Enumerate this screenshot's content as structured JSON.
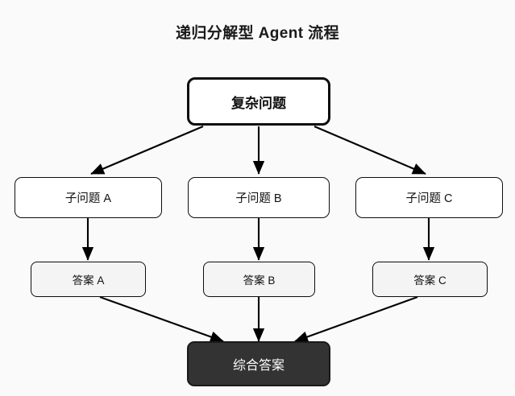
{
  "title": "递归分解型 Agent 流程",
  "background_color": "#fafafa",
  "nodes": {
    "root": {
      "label": "复杂问题",
      "fill": "#ffffff",
      "text_color": "#111111"
    },
    "sub_a": {
      "label": "子问题 A",
      "fill": "#ffffff",
      "text_color": "#111111"
    },
    "sub_b": {
      "label": "子问题 B",
      "fill": "#ffffff",
      "text_color": "#111111"
    },
    "sub_c": {
      "label": "子问题 C",
      "fill": "#ffffff",
      "text_color": "#111111"
    },
    "ans_a": {
      "label": "答案 A",
      "fill": "#f4f4f4",
      "text_color": "#111111"
    },
    "ans_b": {
      "label": "答案 B",
      "fill": "#f4f4f4",
      "text_color": "#111111"
    },
    "ans_c": {
      "label": "答案 C",
      "fill": "#f4f4f4",
      "text_color": "#111111"
    },
    "final": {
      "label": "综合答案",
      "fill": "#333333",
      "text_color": "#ffffff"
    }
  },
  "edges": [
    {
      "from": "root",
      "to": "sub_a"
    },
    {
      "from": "root",
      "to": "sub_b"
    },
    {
      "from": "root",
      "to": "sub_c"
    },
    {
      "from": "sub_a",
      "to": "ans_a"
    },
    {
      "from": "sub_b",
      "to": "ans_b"
    },
    {
      "from": "sub_c",
      "to": "ans_c"
    },
    {
      "from": "ans_a",
      "to": "final"
    },
    {
      "from": "ans_b",
      "to": "final"
    },
    {
      "from": "ans_c",
      "to": "final"
    }
  ],
  "edge_color": "#000000"
}
